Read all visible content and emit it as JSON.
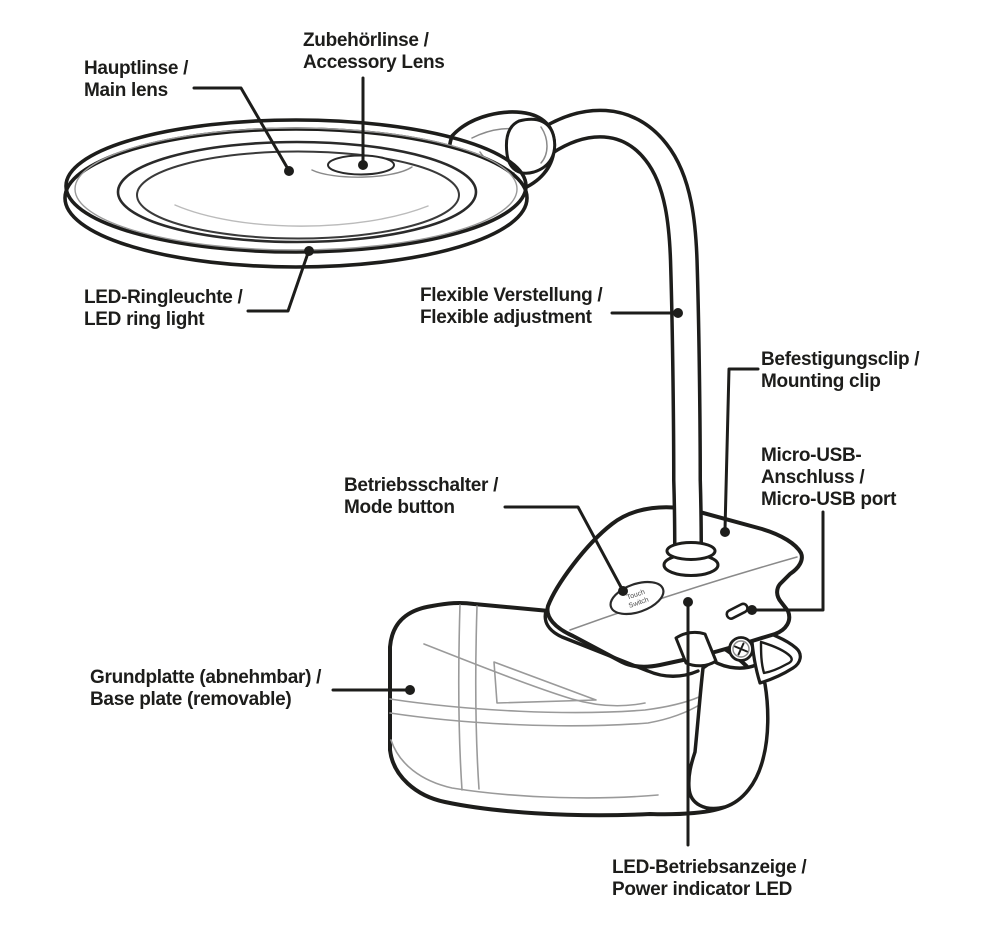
{
  "labels": {
    "main_lens": {
      "de": "Hauptlinse /",
      "en": "Main lens"
    },
    "accessory_lens": {
      "de": "Zubehörlinse /",
      "en": "Accessory Lens"
    },
    "led_ring_light": {
      "de": "LED-Ringleuchte /",
      "en": "LED ring light"
    },
    "flexible_adjustment": {
      "de": "Flexible Verstellung /",
      "en": "Flexible adjustment"
    },
    "mounting_clip": {
      "de": "Befestigungsclip /",
      "en": "Mounting clip"
    },
    "micro_usb_port": {
      "de_line1": "Micro-USB-",
      "de_line2": "Anschluss /",
      "en": "Micro-USB port"
    },
    "mode_button": {
      "de": "Betriebsschalter /",
      "en": "Mode button"
    },
    "base_plate": {
      "de": "Grundplatte (abnehmbar) /",
      "en": "Base plate (removable)"
    },
    "power_indicator_led": {
      "de": "LED-Betriebsanzeige /",
      "en": "Power indicator LED"
    }
  },
  "device": {
    "touch_switch": {
      "line1": "Touch",
      "line2": "Switch"
    }
  },
  "colors": {
    "line": "#1d1d1b",
    "thin_line": "#9a9a9a",
    "text": "#1d1d1b",
    "background": "#ffffff"
  }
}
